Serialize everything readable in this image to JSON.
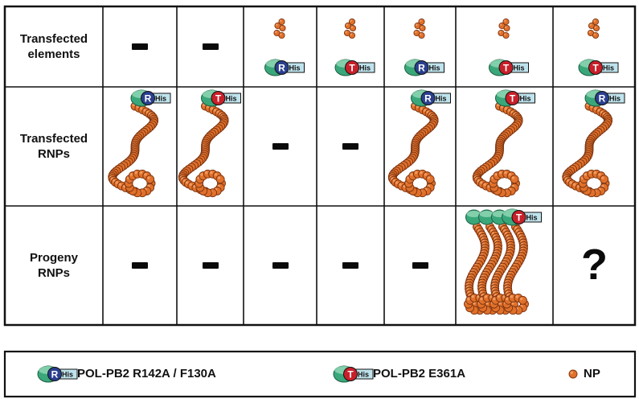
{
  "rows": [
    {
      "id": "transfected-elements",
      "label_lines": [
        "Transfected",
        "elements"
      ]
    },
    {
      "id": "transfected-rnps",
      "label_lines": [
        "Transfected",
        "RNPs"
      ]
    },
    {
      "id": "progeny-rnps",
      "label_lines": [
        "Progeny",
        "RNPs"
      ]
    }
  ],
  "columns": [
    {
      "elements": "-",
      "rnp": "R",
      "progeny": "-"
    },
    {
      "elements": "-",
      "rnp": "T",
      "progeny": "-"
    },
    {
      "elements": "R",
      "rnp": "-",
      "progeny": "-"
    },
    {
      "elements": "T",
      "rnp": "-",
      "progeny": "-"
    },
    {
      "elements": "R",
      "rnp": "R",
      "progeny": "-"
    },
    {
      "elements": "T",
      "rnp": "T",
      "progeny": "T-multi"
    },
    {
      "elements": "T",
      "rnp": "R",
      "progeny": "?"
    }
  ],
  "symbols": {
    "dash": "-",
    "unknown": "?",
    "his_tag": "His",
    "mutant_r": "R",
    "mutant_t": "T"
  },
  "legend": {
    "r_label": "POL-PB2 R142A / F130A",
    "t_label": "POL-PB2 E361A",
    "np_label": "NP"
  },
  "colors": {
    "r_circle": "#2a3f8f",
    "t_circle": "#c8202a",
    "np_bead": "#e0702a",
    "polymerase": "#3aa77a",
    "his_tag": "#bfe3ec"
  }
}
